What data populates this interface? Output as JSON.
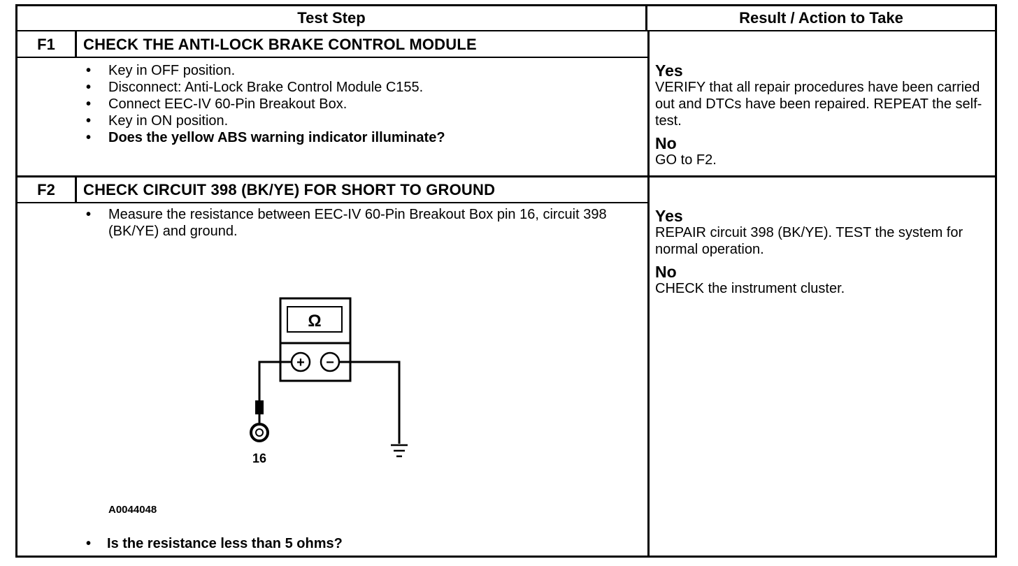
{
  "header": {
    "test_step": "Test Step",
    "result_action": "Result / Action to Take"
  },
  "steps": [
    {
      "id": "F1",
      "title": "CHECK THE ANTI-LOCK BRAKE CONTROL MODULE",
      "items": [
        "Key in OFF position.",
        "Disconnect: Anti-Lock Brake Control Module C155.",
        "Connect EEC-IV 60-Pin Breakout Box.",
        "Key in ON position.",
        "Does the yellow ABS warning indicator illuminate?"
      ],
      "results": [
        {
          "label": "Yes",
          "text": "VERIFY that all repair procedures have been carried out and DTCs have been repaired. REPEAT the self-test."
        },
        {
          "label": "No",
          "text": "GO to F2."
        }
      ]
    },
    {
      "id": "F2",
      "title": "CHECK CIRCUIT 398 (BK/YE) FOR SHORT TO GROUND",
      "items": [
        "Measure the resistance between EEC-IV 60-Pin Breakout Box pin 16, circuit 398 (BK/YE) and ground."
      ],
      "figure": {
        "meter_symbol": "Ω",
        "plus": "+",
        "minus": "−",
        "pin_label": "16",
        "figure_id": "A0044048"
      },
      "question": "Is the resistance less than 5 ohms?",
      "results": [
        {
          "label": "Yes",
          "text": "REPAIR circuit 398 (BK/YE). TEST the system for normal operation."
        },
        {
          "label": "No",
          "text": "CHECK the instrument cluster."
        }
      ]
    }
  ]
}
